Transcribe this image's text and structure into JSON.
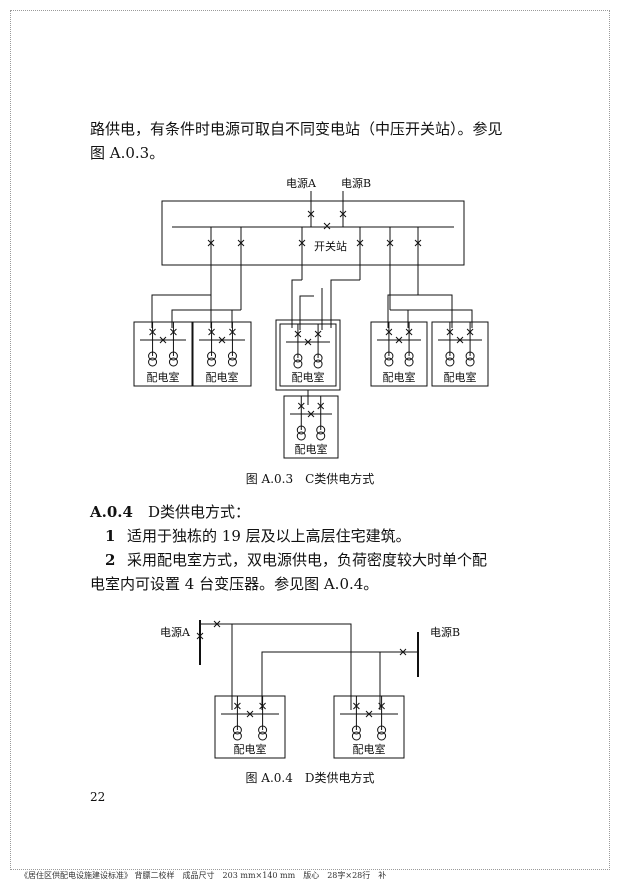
{
  "text": {
    "line1": "路供电，有条件时电源可取自不同变电站（中压开关站）。参见",
    "line2": "图 A.0.3。",
    "section_number": "A.0.4",
    "section_title": "D类供电方式：",
    "item1_number": "1",
    "item1_text": "适用于独栋的 19 层及以上高层住宅建筑。",
    "item2_number": "2",
    "item2_text": "采用配电室方式，双电源供电，负荷密度较大时单个配",
    "item2_cont": "电室内可设置 4 台变压器。参见图 A.0.4。"
  },
  "figure_c": {
    "source_a": "电源A",
    "source_b": "电源B",
    "switch_station": "开关站",
    "room_label": "配电室",
    "caption": "图 A.0.3　C类供电方式"
  },
  "figure_d": {
    "source_a": "电源A",
    "source_b": "电源B",
    "room_label": "配电室",
    "caption": "图 A.0.4　D类供电方式"
  },
  "page_number": "22",
  "footer": "《居住区供配电设施建设标准》 背膘二校样　成品尺寸　203 mm×140 mm　版心　28字×28行　补"
}
